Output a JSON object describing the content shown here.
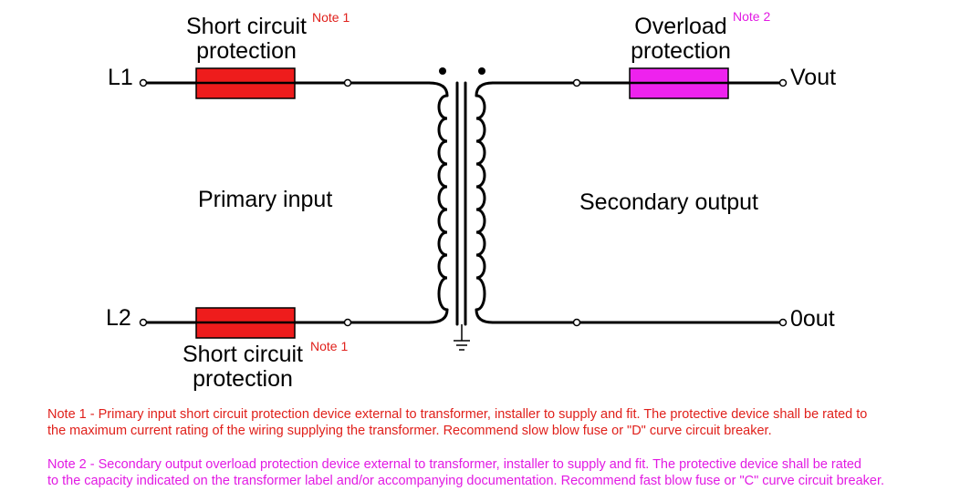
{
  "colors": {
    "wire": "#000000",
    "short_circuit_fuse": "#ee1c1c",
    "overload_fuse": "#ee22ee",
    "note1_text": "#e0201b",
    "note2_text": "#e21ae3"
  },
  "terminals": {
    "l1": "L1",
    "l2": "L2",
    "vout": "Vout",
    "zero_out": "0out"
  },
  "devices": {
    "top_primary": {
      "label_line1": "Short circuit",
      "label_line2": "protection",
      "note_ref": "Note 1"
    },
    "bottom_primary": {
      "label_line1": "Short circuit",
      "label_line2": "protection",
      "note_ref": "Note 1"
    },
    "secondary": {
      "label_line1": "Overload",
      "label_line2": "protection",
      "note_ref": "Note 2"
    }
  },
  "sections": {
    "primary": "Primary input",
    "secondary": "Secondary output"
  },
  "notes": {
    "note1": {
      "line1": "Note 1 - Primary input short circuit protection device external to transformer, installer to supply and fit. The protective device shall be rated to",
      "line2": "the maximum current rating of the wiring supplying the transformer. Recommend slow blow fuse or \"D\" curve circuit breaker."
    },
    "note2": {
      "line1": "Note 2 - Secondary output overload protection device external to transformer, installer to supply and fit. The protective device shall be rated",
      "line2": "to the capacity indicated on the transformer label and/or accompanying documentation. Recommend fast blow fuse or \"C\" curve circuit breaker."
    }
  }
}
